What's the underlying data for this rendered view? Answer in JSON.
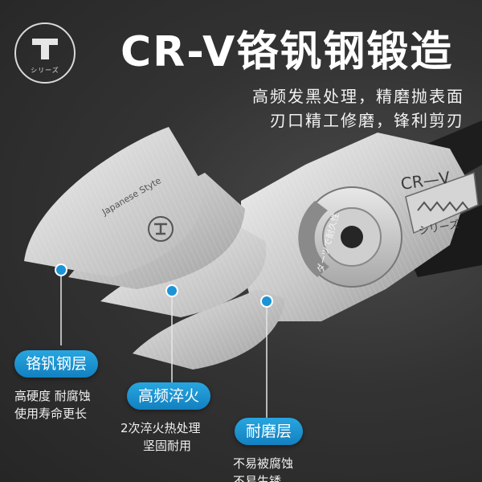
{
  "logo": {
    "caption": "シリーズ"
  },
  "headline": "CR-V铬钒钢锻造",
  "subtitle": [
    "高频发黑处理，精磨抛表面",
    "刃口精工修磨，锋利剪刃"
  ],
  "tool_markings": {
    "model": "CR—V",
    "series": "シリーズ",
    "ring_text": "ダーツで耐久性",
    "blade_text": "Japanese Styte"
  },
  "layers": [
    {
      "label": "铬钒钢层",
      "desc": [
        "高硬度 耐腐蚀",
        "使用寿命更长"
      ]
    },
    {
      "label": "高频淬火",
      "desc": [
        "2次淬火热处理",
        "坚固耐用"
      ]
    },
    {
      "label": "耐磨层",
      "desc": [
        "不易被腐蚀",
        "不易生锈"
      ]
    }
  ],
  "colors": {
    "accent": "#1a94d6",
    "background": "#2f2f2f",
    "text": "#ffffff"
  }
}
